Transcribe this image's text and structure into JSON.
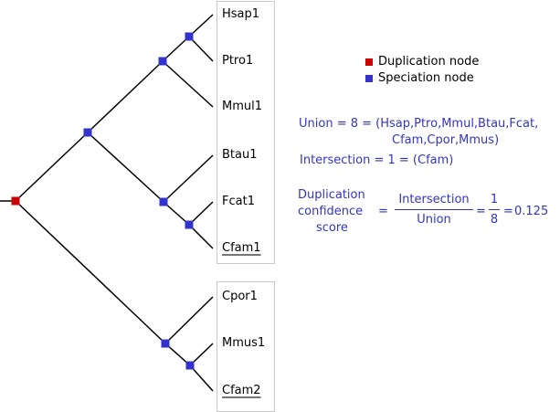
{
  "colors": {
    "duplication": "#cc0000",
    "speciation": "#3333cc",
    "formula_text": "#3333cc",
    "branch": "#000000",
    "box_border": "#c8c8c8"
  },
  "tree": {
    "root": {
      "type": "duplication",
      "children": [
        {
          "type": "speciation",
          "children": [
            {
              "type": "speciation",
              "children": [
                {
                  "type": "speciation",
                  "children": [
                    {
                      "leaf": "Hsap1"
                    },
                    {
                      "leaf": "Ptro1"
                    }
                  ]
                },
                {
                  "leaf": "Mmul1"
                }
              ]
            },
            {
              "type": "speciation",
              "children": [
                {
                  "leaf": "Btau1"
                },
                {
                  "type": "speciation",
                  "children": [
                    {
                      "leaf": "Fcat1"
                    },
                    {
                      "leaf": "Cfam1"
                    }
                  ]
                }
              ]
            }
          ]
        },
        {
          "type": "speciation",
          "children": [
            {
              "leaf": "Cpor1"
            },
            {
              "type": "speciation",
              "children": [
                {
                  "leaf": "Mmus1"
                },
                {
                  "leaf": "Cfam2"
                }
              ]
            }
          ]
        }
      ]
    }
  },
  "leaves": [
    {
      "label": "Hsap1",
      "underlined": false
    },
    {
      "label": "Ptro1",
      "underlined": false
    },
    {
      "label": "Mmul1",
      "underlined": false
    },
    {
      "label": "Btau1",
      "underlined": false
    },
    {
      "label": "Fcat1",
      "underlined": false
    },
    {
      "label": "Cfam1",
      "underlined": true
    },
    {
      "label": "Cpor1",
      "underlined": false
    },
    {
      "label": "Mmus1",
      "underlined": false
    },
    {
      "label": "Cfam2",
      "underlined": true
    }
  ],
  "legend": {
    "duplication_label": "Duplication node",
    "speciation_label": "Speciation node"
  },
  "formula": {
    "union_line1": "Union = 8 = (Hsap,Ptro,Mmul,Btau,Fcat,",
    "union_line2": "Cfam,Cpor,Mmus)",
    "intersection_line": "Intersection = 1 = (Cfam)",
    "score_label_1": "Duplication",
    "score_label_2": "confidence",
    "score_label_3": "score",
    "equals": "=",
    "frac1_num": "Intersection",
    "frac1_den": "Union",
    "frac2_num": "1",
    "frac2_den": "8",
    "result": "0.125"
  }
}
